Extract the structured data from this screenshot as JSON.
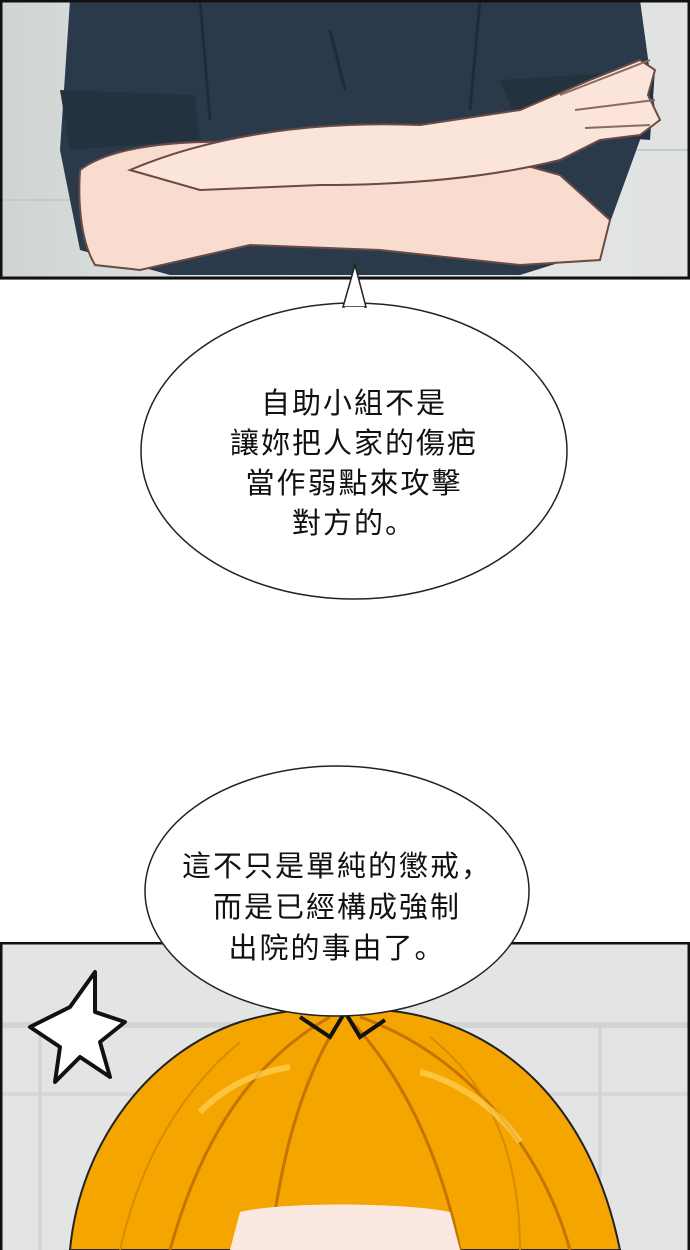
{
  "panels": {
    "top": {
      "description_icon": "crossed-arms-illustration"
    },
    "bottom": {
      "description_icon": "orange-hair-illustration"
    }
  },
  "bubbles": {
    "first": {
      "lines": [
        "自助小組不是",
        "讓妳把人家的傷疤",
        "當作弱點來攻擊",
        "對方的。"
      ]
    },
    "second": {
      "lines": [
        "這不只是單純的懲戒，",
        "而是已經構成強制",
        "出院的事由了。"
      ]
    }
  },
  "colors": {
    "shirt": "#2b3a4a",
    "skin": "#f8dcd0",
    "hair": "#f5a500",
    "hair_shadow": "#e08a00",
    "background_panel": "#d9dcdc"
  }
}
